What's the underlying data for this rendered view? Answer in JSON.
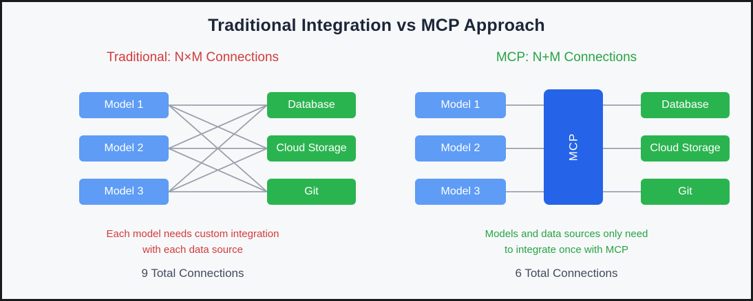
{
  "title": "Traditional Integration vs MCP Approach",
  "colors": {
    "model_blue": "#5e9cf5",
    "source_green": "#2ab44f",
    "mcp_blue": "#2563e8",
    "red_text": "#d23b3b",
    "green_text": "#27a344",
    "line_gray": "#9aa0ab",
    "title_color": "#1c2637",
    "total_color": "#414b5c",
    "bg": "#f7f8fa"
  },
  "left_panel": {
    "header": "Traditional: N×M Connections",
    "models": [
      "Model 1",
      "Model 2",
      "Model 3"
    ],
    "sources": [
      "Database",
      "Cloud Storage",
      "Git"
    ],
    "note_line1": "Each model needs custom integration",
    "note_line2": "with each data source",
    "total": "9 Total Connections",
    "connection_count": 9
  },
  "right_panel": {
    "header": "MCP: N+M Connections",
    "models": [
      "Model 1",
      "Model 2",
      "Model 3"
    ],
    "hub": "MCP",
    "sources": [
      "Database",
      "Cloud Storage",
      "Git"
    ],
    "note_line1": "Models and data sources only need",
    "note_line2": "to integrate once with MCP",
    "total": "6 Total Connections",
    "connection_count": 6
  }
}
